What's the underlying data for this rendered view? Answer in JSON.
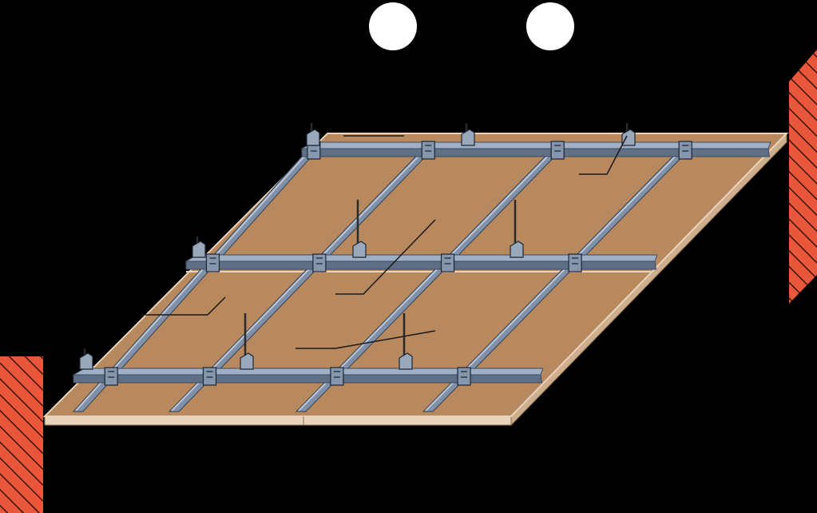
{
  "diagram": {
    "background": "#000000",
    "colors": {
      "board": "#B8895F",
      "board_edge": "#E9D3BB",
      "wall": "#E8573A",
      "hatch": "#3A1208",
      "main_channel": "#5E6F86",
      "main_channel_dark": "#3C4A5E",
      "main_channel_light": "#9FB0C6",
      "furring_channel": "#7F90A8",
      "furring_channel_light": "#BCC8D8",
      "leader_line": "#1A1A1A",
      "callout_marker": "#FFFFFF"
    },
    "elements": [
      "ceiling-board",
      "main-channel",
      "furring-channel",
      "hanger-rod",
      "hanger-clip",
      "connector-clip",
      "wall-left",
      "wall-right",
      "callout-marker"
    ],
    "icons": [
      "callout-marker-icon"
    ]
  }
}
